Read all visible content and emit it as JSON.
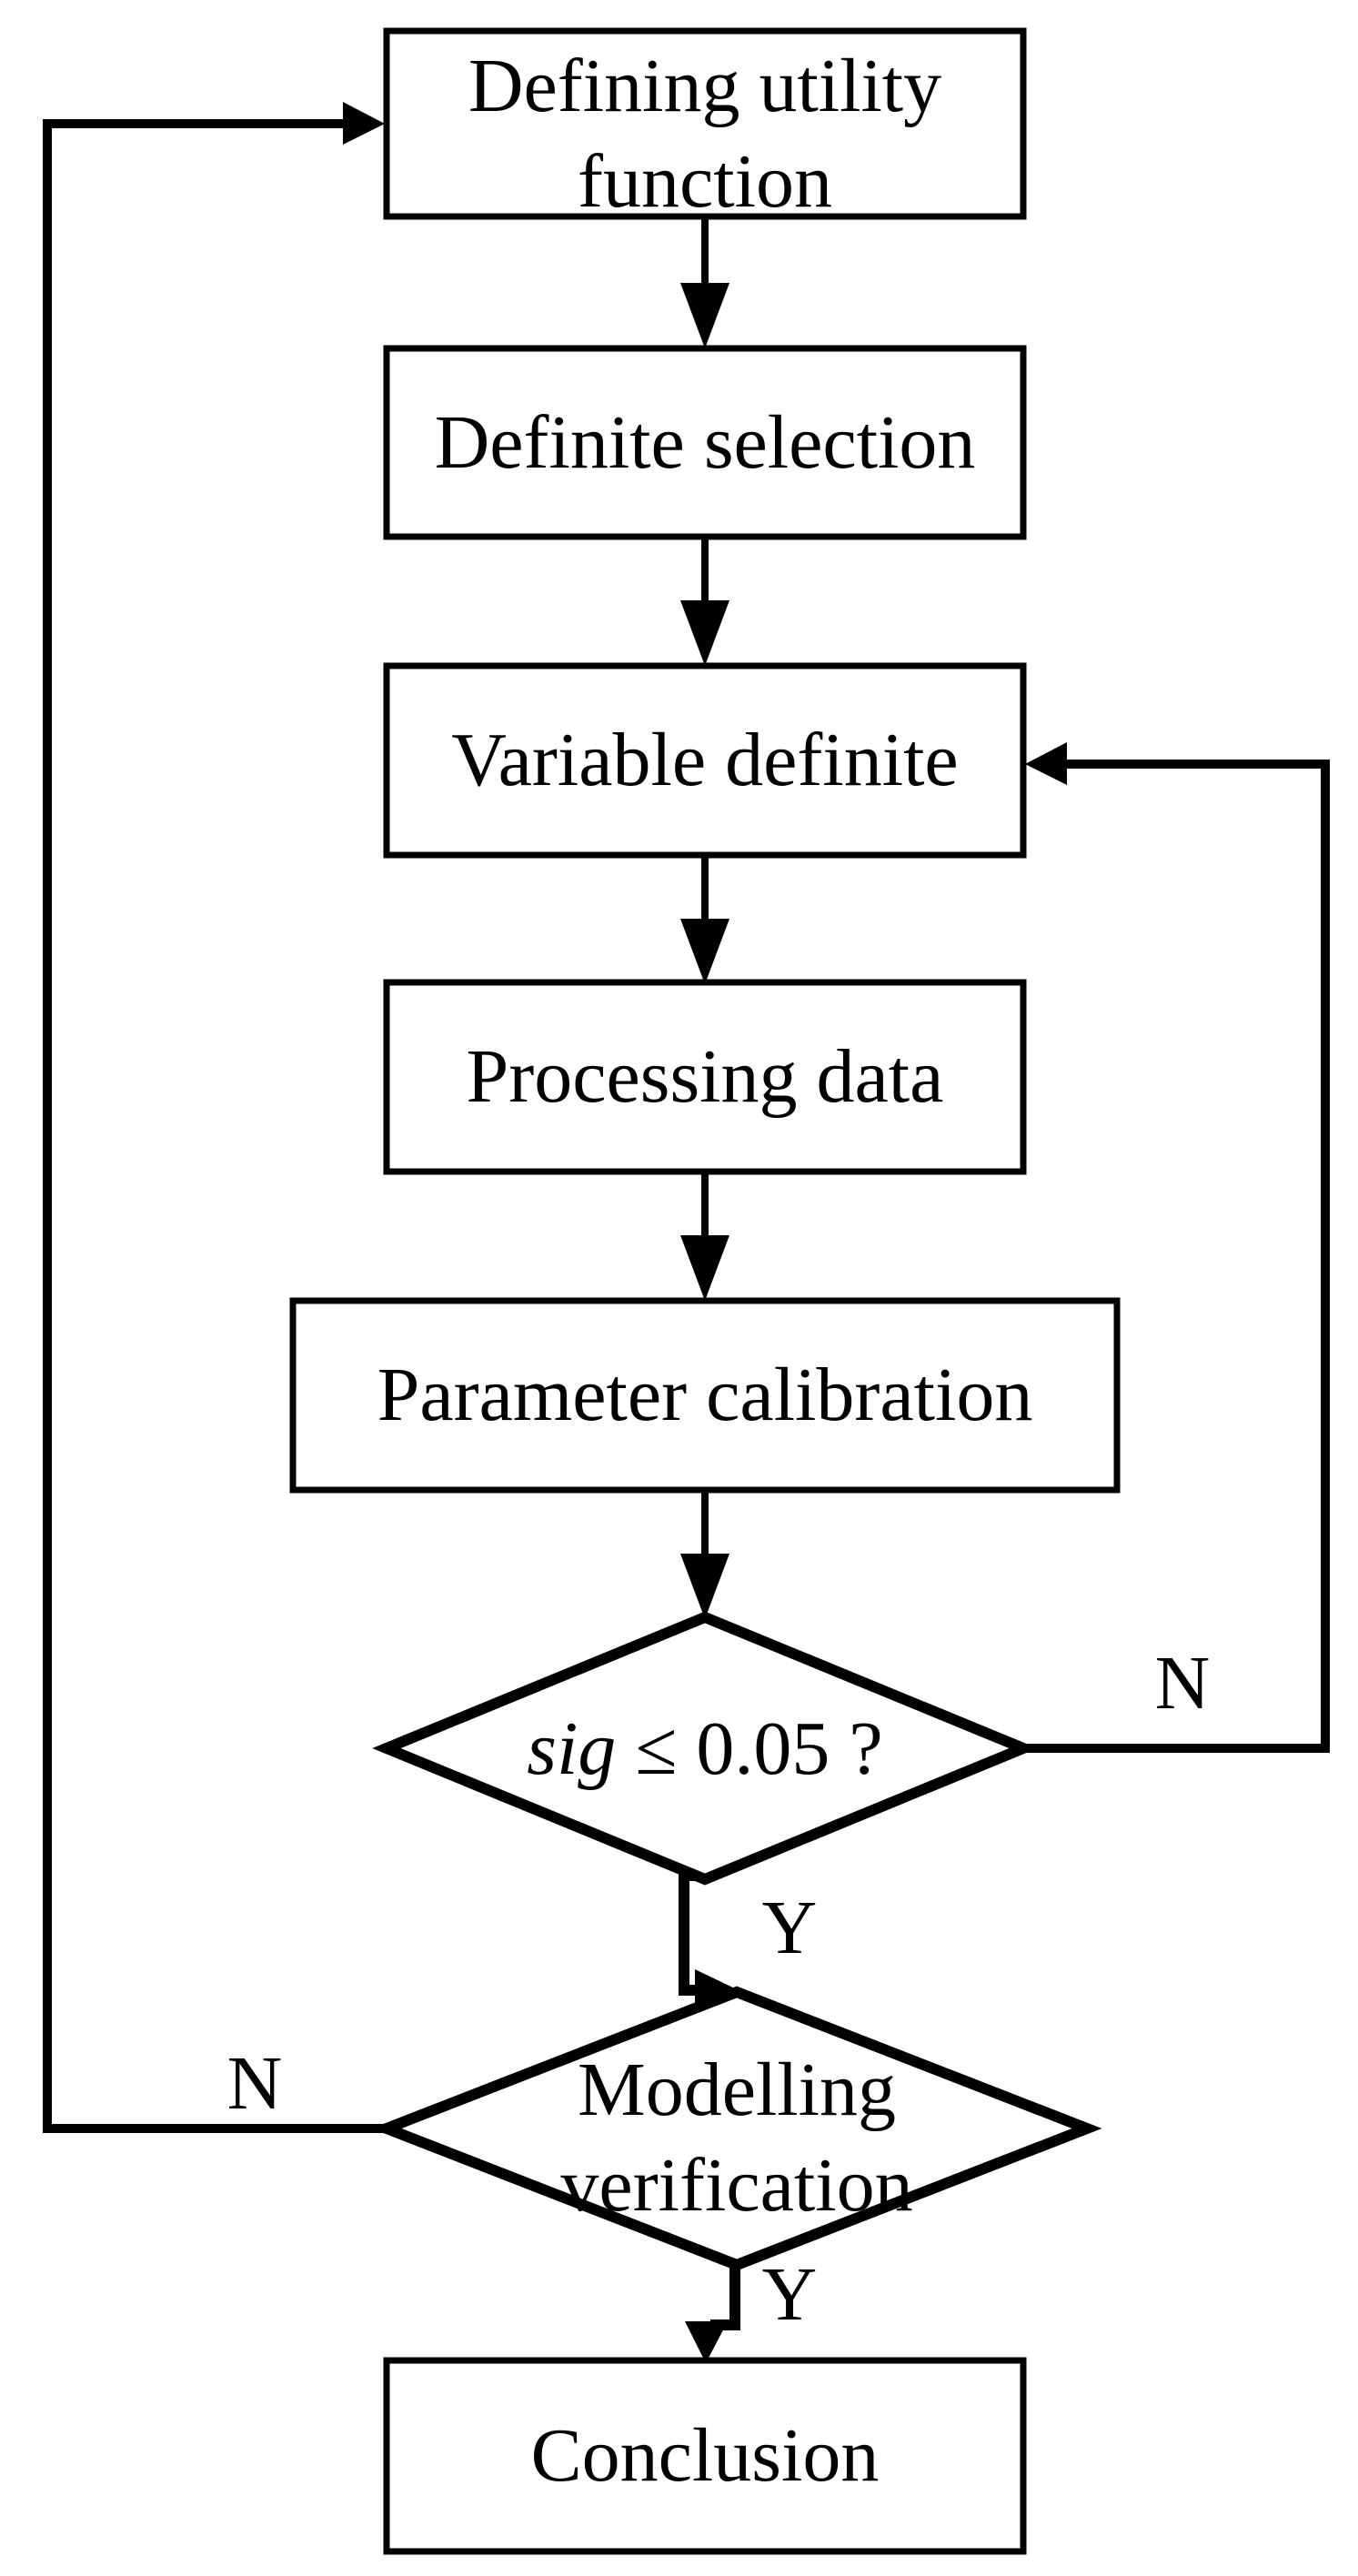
{
  "diagram": {
    "type": "flowchart",
    "colors": {
      "line": "#000000",
      "background": "#ffffff",
      "node_fill": "#ffffff",
      "text": "#000000"
    },
    "nodes": {
      "defining_utility": {
        "shape": "rectangle",
        "lines": [
          "Defining utility",
          "function"
        ]
      },
      "definite_selection": {
        "shape": "rectangle",
        "label": "Definite selection"
      },
      "variable_definite": {
        "shape": "rectangle",
        "label": "Variable definite"
      },
      "processing_data": {
        "shape": "rectangle",
        "label": "Processing data"
      },
      "parameter_calibration": {
        "shape": "rectangle",
        "label": "Parameter calibration"
      },
      "sig_decision": {
        "shape": "diamond",
        "label_italic": "sig",
        "label_rest": " ≤ 0.05 ?"
      },
      "modelling_verification": {
        "shape": "diamond",
        "lines": [
          "Modelling",
          "verification"
        ]
      },
      "conclusion": {
        "shape": "rectangle",
        "label": "Conclusion"
      }
    },
    "edge_labels": {
      "sig_no": "N",
      "sig_yes": "Y",
      "modelling_no": "N",
      "modelling_yes": "Y"
    },
    "flow": [
      "defining_utility -> definite_selection",
      "definite_selection -> variable_definite",
      "variable_definite -> processing_data",
      "processing_data -> parameter_calibration",
      "parameter_calibration -> sig_decision",
      "sig_decision -N-> variable_definite",
      "sig_decision -Y-> modelling_verification",
      "modelling_verification -N-> defining_utility",
      "modelling_verification -Y-> conclusion"
    ]
  }
}
